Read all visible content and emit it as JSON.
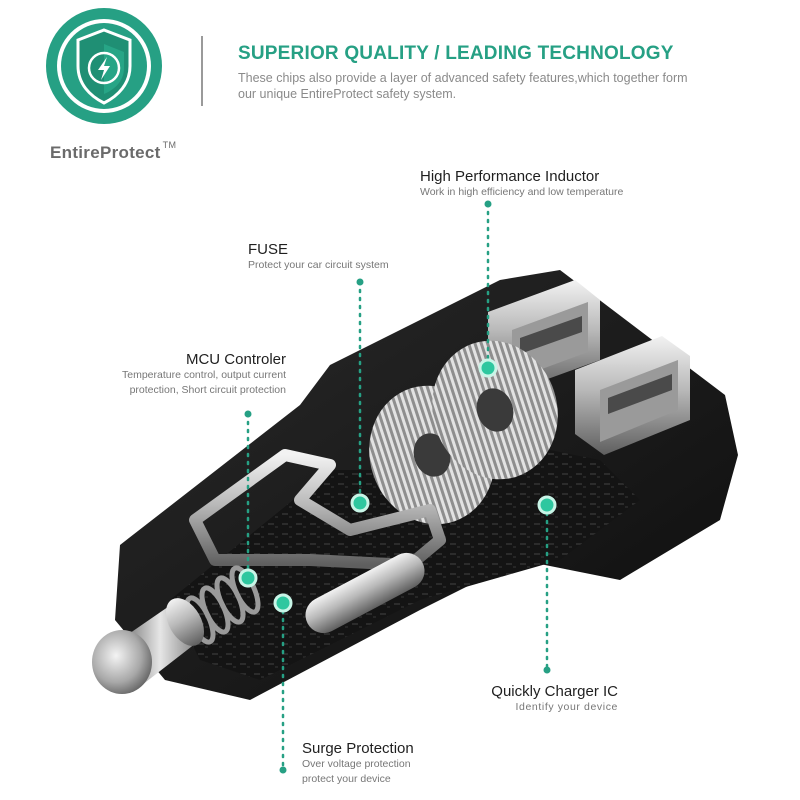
{
  "header": {
    "brand": "EntireProtect",
    "brand_mark": "TM",
    "headline": "SUPERIOR QUALITY / LEADING TECHNOLOGY",
    "subline": "These chips also provide a layer of advanced safety features,which together form our unique EntireProtect safety system.",
    "logo_icon": "shield-lightning-icon"
  },
  "callouts": {
    "inductor": {
      "title": "High Performance Inductor",
      "desc": "Work in high efficiency and low temperature"
    },
    "fuse": {
      "title": "FUSE",
      "desc": "Protect your car circuit system"
    },
    "mcu": {
      "title": "MCU Controler",
      "desc1": "Temperature control, output current",
      "desc2": "protection, Short circuit protection"
    },
    "ic": {
      "title": "Quickly Charger IC",
      "desc": "Identify your device"
    },
    "surge": {
      "title": "Surge Protection",
      "desc1": "Over voltage protection",
      "desc2": "protect your device"
    }
  },
  "colors": {
    "accent": "#26a084",
    "shield": "#1f8f74",
    "body": "#1b1b1b"
  }
}
